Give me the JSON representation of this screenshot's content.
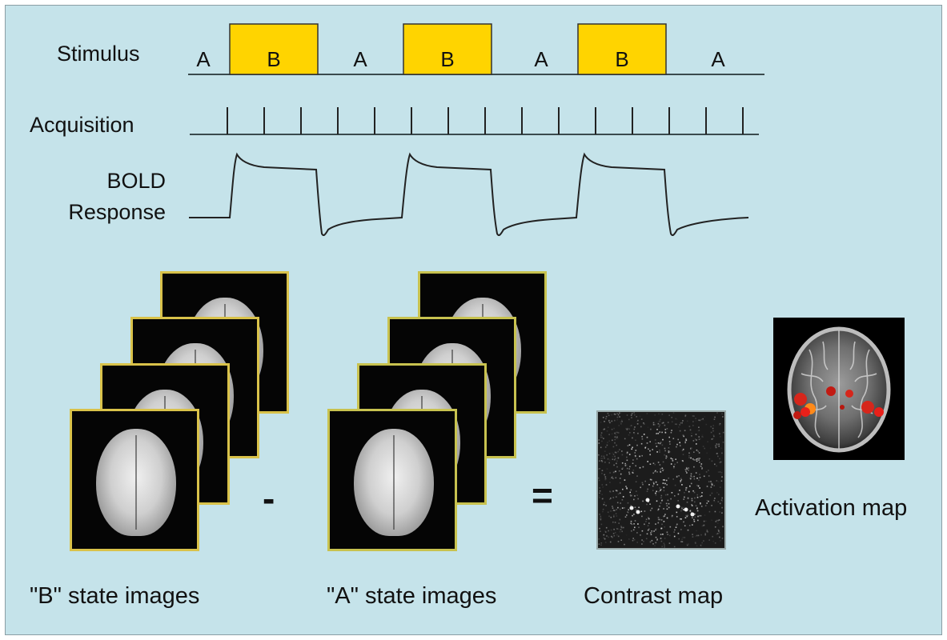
{
  "rows": {
    "stimulus_label": "Stimulus",
    "acquisition_label": "Acquisition",
    "bold_label_line1": "BOLD",
    "bold_label_line2": "Response"
  },
  "stimulus_blocks": [
    "A",
    "B",
    "A",
    "B",
    "A",
    "B",
    "A"
  ],
  "captions": {
    "b_state": "\"B\" state images",
    "a_state": "\"A\" state images",
    "contrast": "Contrast map",
    "activation": "Activation map"
  },
  "operators": {
    "minus": "-",
    "equals": "="
  },
  "colors": {
    "background": "#c5e3ea",
    "stimulus_b_fill": "#ffd400",
    "line": "#3a4a4e",
    "slice_border": "#d9c24a",
    "activation_hot": "#e8201a"
  }
}
